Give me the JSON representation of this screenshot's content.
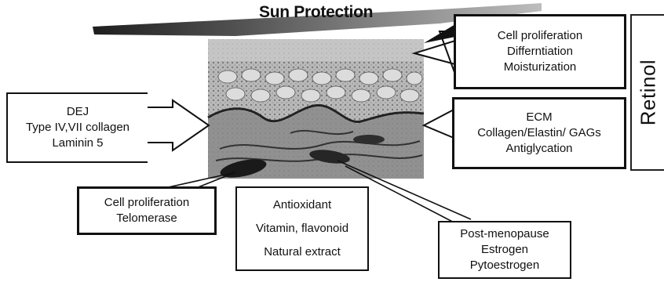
{
  "banner": {
    "title": "Sun Protection"
  },
  "side_label": {
    "text": "Retinol"
  },
  "boxes": {
    "epidermis": {
      "lines": [
        "Cell proliferation",
        "Differntiation",
        "Moisturization"
      ]
    },
    "dej": {
      "lines": [
        "DEJ",
        "Type IV,VII collagen",
        "Laminin 5"
      ]
    },
    "ecm": {
      "lines": [
        "ECM",
        "Collagen/Elastin/ GAGs",
        "Antiglycation"
      ]
    },
    "fibroblast": {
      "lines": [
        "Cell proliferation",
        "Telomerase"
      ]
    },
    "antioxidant": {
      "lines": [
        "Antioxidant",
        "Vitamin, flavonoid",
        "Natural extract"
      ]
    },
    "hormone": {
      "lines": [
        "Post-menopause",
        "Estrogen",
        "Pytoestrogen"
      ]
    }
  },
  "colors": {
    "ink": "#111111",
    "skin_bg": "#9a9a9a",
    "banner_dark": "#2a2a2a"
  }
}
